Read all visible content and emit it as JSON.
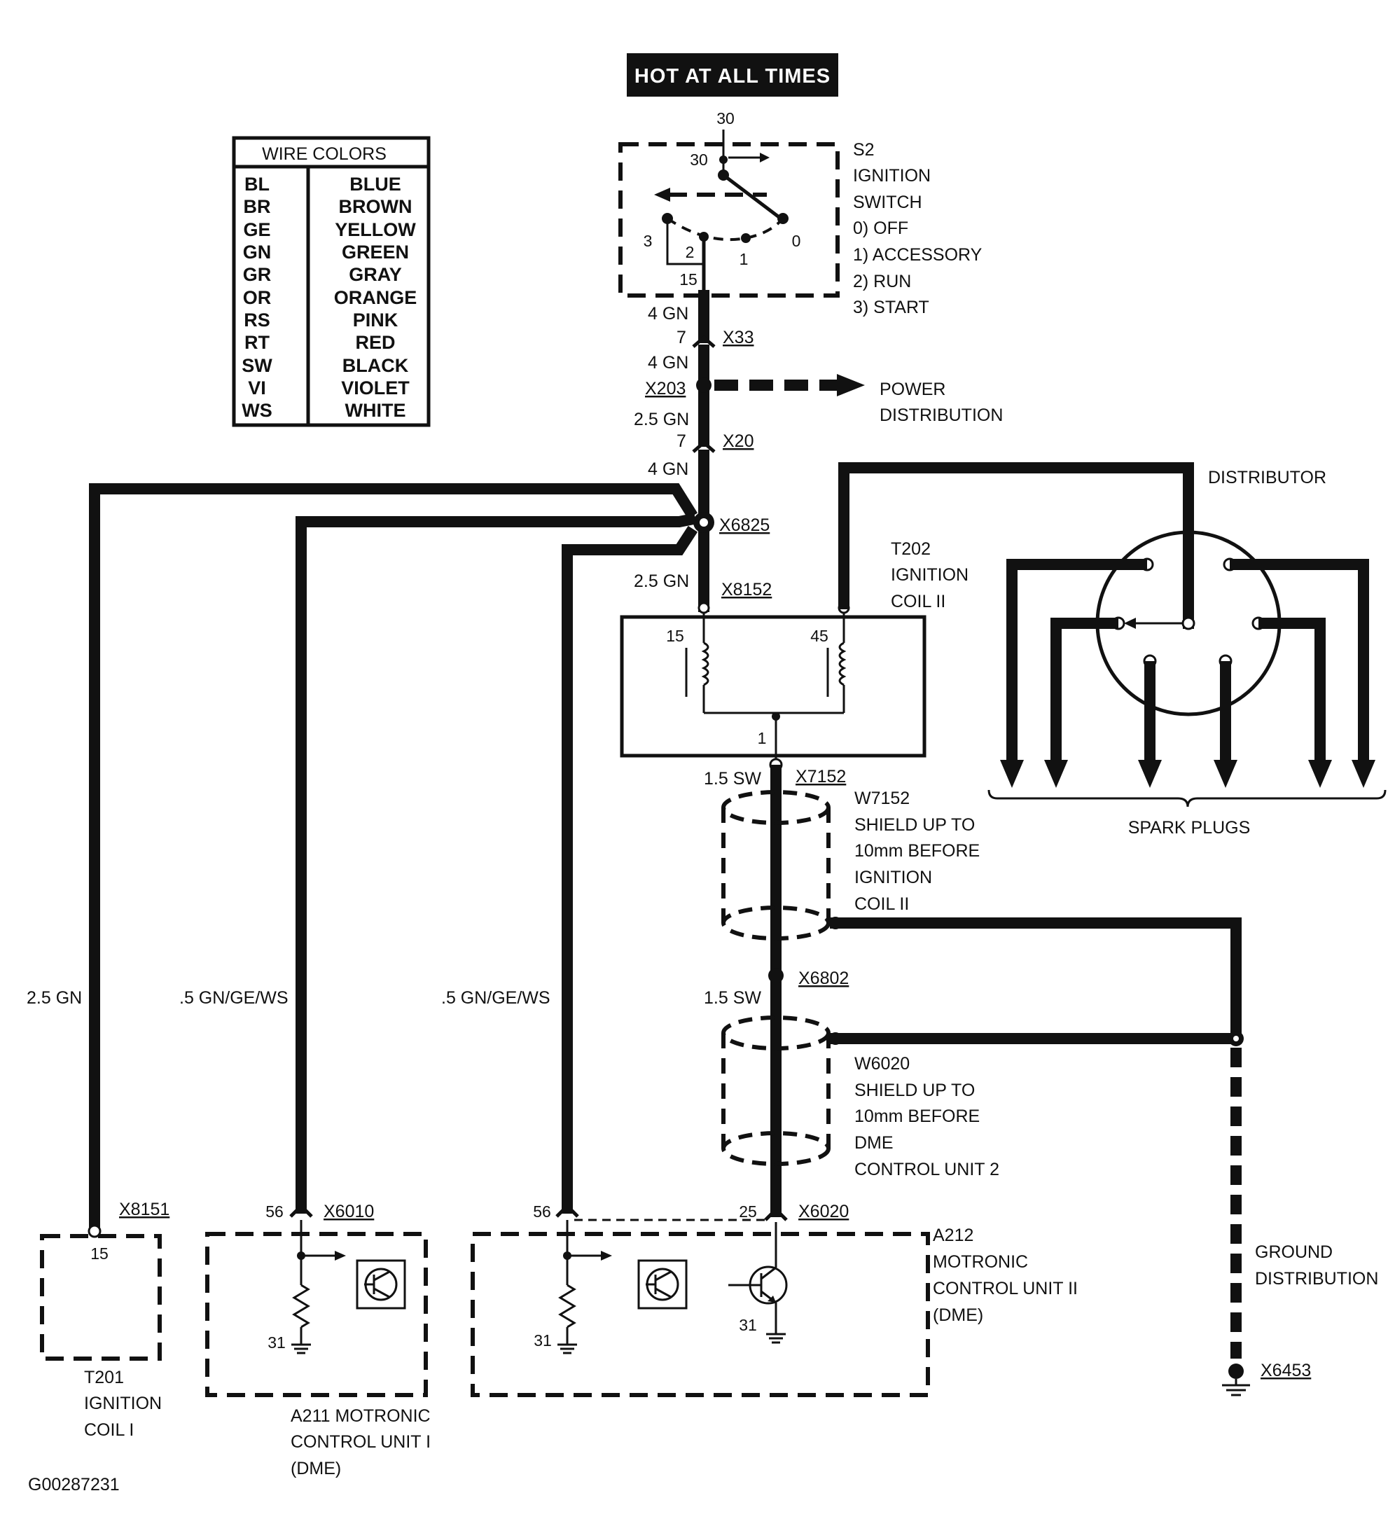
{
  "header": {
    "title": "HOT AT ALL TIMES"
  },
  "wire_colors": {
    "title": "WIRE COLORS",
    "rows": [
      {
        "code": "BL",
        "color": "BLUE"
      },
      {
        "code": "BR",
        "color": "BROWN"
      },
      {
        "code": "GE",
        "color": "YELLOW"
      },
      {
        "code": "GN",
        "color": "GREEN"
      },
      {
        "code": "GR",
        "color": "GRAY"
      },
      {
        "code": "OR",
        "color": "ORANGE"
      },
      {
        "code": "RS",
        "color": "PINK"
      },
      {
        "code": "RT",
        "color": "RED"
      },
      {
        "code": "SW",
        "color": "BLACK"
      },
      {
        "code": "VI",
        "color": "VIOLET"
      },
      {
        "code": "WS",
        "color": "WHITE"
      }
    ]
  },
  "ignition_switch": {
    "lines": [
      "S2",
      "IGNITION",
      "SWITCH",
      "0)  OFF",
      "1)  ACCESSORY",
      "2)  RUN",
      "3)  START"
    ],
    "pins": {
      "top": "30",
      "inner": "30",
      "p3": "3",
      "p2": "2",
      "p1": "1",
      "p0": "0",
      "p15": "15"
    }
  },
  "wires": {
    "w1": "4 GN",
    "w2": "4 GN",
    "w3": "2.5 GN",
    "w4": "4 GN",
    "w5": "2.5 GN",
    "w6": "1.5 SW",
    "w7": "1.5 SW",
    "left1": "2.5 GN",
    "left2": ".5 GN/GE/WS",
    "left3": ".5 GN/GE/WS"
  },
  "connectors": {
    "x33": "X33",
    "x33_pin": "7",
    "x203": "X203",
    "x20": "X20",
    "x20_pin": "7",
    "x6825": "X6825",
    "x8152": "X8152",
    "x7152": "X7152",
    "x6802": "X6802",
    "x8151": "X8151",
    "x6010": "X6010",
    "x6020": "X6020",
    "x6453": "X6453"
  },
  "power_distribution": [
    "POWER",
    "DISTRIBUTION"
  ],
  "coil2": {
    "lines": [
      "T202",
      "IGNITION",
      "COIL II"
    ],
    "pin15": "15",
    "pin45": "45",
    "pin1": "1"
  },
  "distributor": {
    "label": "DISTRIBUTOR",
    "spark": "SPARK PLUGS"
  },
  "shield1": [
    "W7152",
    "SHIELD UP TO",
    "10mm BEFORE",
    "IGNITION",
    "COIL II"
  ],
  "shield2": [
    "W6020",
    "SHIELD UP TO",
    "10mm BEFORE",
    "DME",
    "CONTROL UNIT 2"
  ],
  "ground_distribution": [
    "GROUND",
    "DISTRIBUTION"
  ],
  "coil1": {
    "lines": [
      "T201",
      "IGNITION",
      "COIL I"
    ],
    "pin": "15"
  },
  "a211": {
    "lines": [
      "A211  MOTRONIC",
      "CONTROL UNIT I",
      "(DME)"
    ],
    "pin56": "56",
    "pin31": "31"
  },
  "a212": {
    "lines": [
      "A212",
      "MOTRONIC",
      "CONTROL UNIT II",
      "(DME)"
    ],
    "pin56": "56",
    "pin25": "25",
    "pin31a": "31",
    "pin31b": "31"
  },
  "footer": {
    "id": "G00287231"
  }
}
